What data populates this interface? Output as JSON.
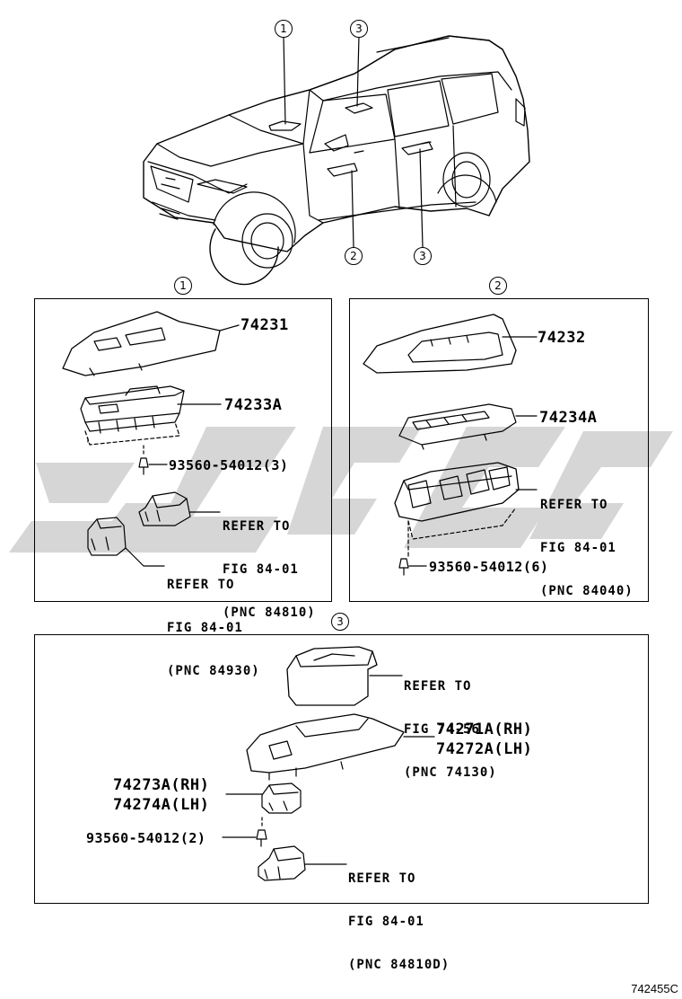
{
  "callouts": {
    "c1": "1",
    "c2": "2",
    "c3": "3"
  },
  "section1": {
    "parts": [
      "74231",
      "74233A"
    ],
    "screw": "93560-54012(3)",
    "ref_a": {
      "line1": "REFER TO",
      "line2": "FIG 84-01",
      "line3": "(PNC 84810)"
    },
    "ref_b": {
      "line1": "REFER TO",
      "line2": "FIG 84-01",
      "line3": "(PNC 84930)"
    }
  },
  "section2": {
    "parts": [
      "74232",
      "74234A"
    ],
    "screw": "93560-54012(6)",
    "ref": {
      "line1": "REFER TO",
      "line2": "FIG 84-01",
      "line3": "(PNC 84040)"
    }
  },
  "section3": {
    "ref_top": {
      "line1": "REFER TO",
      "line2": "FIG 74-56",
      "line3": "(PNC 74130)"
    },
    "part_rh": "74271A(RH)",
    "part_lh": "74272A(LH)",
    "switch_rh": "74273A(RH)",
    "switch_lh": "74274A(LH)",
    "screw": "93560-54012(2)",
    "ref_bottom": {
      "line1": "REFER TO",
      "line2": "FIG 84-01",
      "line3": "(PNC 84810D)"
    }
  },
  "diagram_code": "742455C",
  "colors": {
    "line": "#000000",
    "watermark": "#d6d6d6",
    "background": "#ffffff"
  }
}
